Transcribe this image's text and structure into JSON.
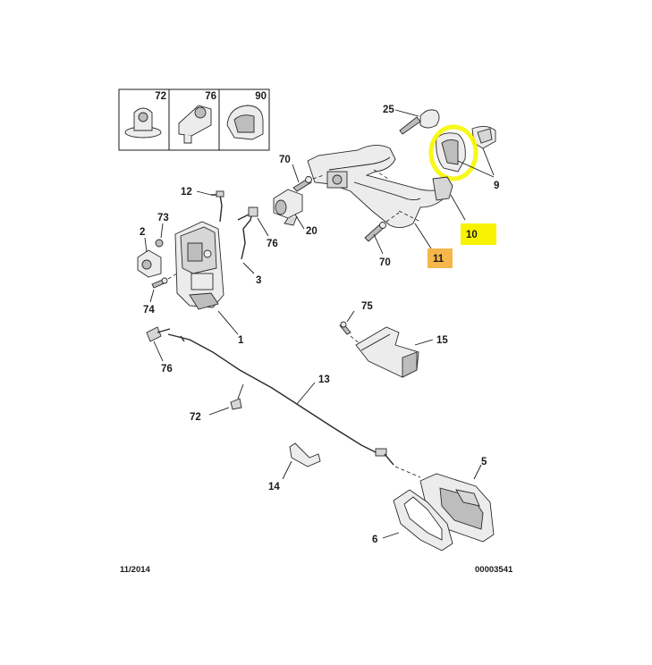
{
  "inset_labels": [
    "72",
    "76",
    "90"
  ],
  "callouts": {
    "c25": "25",
    "c9": "9",
    "c70a": "70",
    "c10": "10",
    "c11": "11",
    "c70b": "70",
    "c12": "12",
    "c73": "73",
    "c20": "20",
    "c2": "2",
    "c76a": "76",
    "c3": "3",
    "c74": "74",
    "c75": "75",
    "c15": "15",
    "c1": "1",
    "c76b": "76",
    "c13": "13",
    "c72": "72",
    "c5": "5",
    "c14": "14",
    "c6": "6"
  },
  "footer": {
    "date": "11/2014",
    "ref": "00003541"
  },
  "colors": {
    "highlight": "#f7f300",
    "tag": "#f5b74a"
  }
}
